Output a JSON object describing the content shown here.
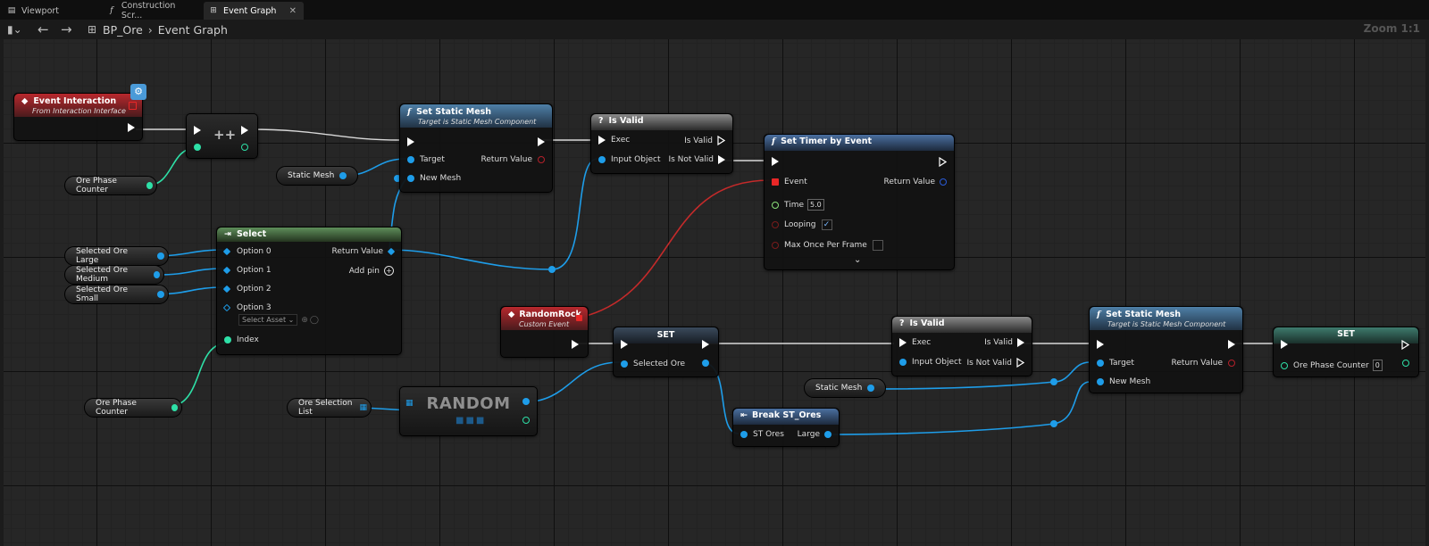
{
  "tabs": [
    {
      "label": "Viewport",
      "icon": "viewport-icon"
    },
    {
      "label": "Construction Scr...",
      "icon": "function-icon"
    },
    {
      "label": "Event Graph",
      "icon": "graph-icon",
      "active": true
    }
  ],
  "breadcrumb": {
    "blueprint": "BP_Ore",
    "graph": "Event Graph"
  },
  "zoom": "Zoom 1:1",
  "nodes": {
    "event_interaction": {
      "title": "Event Interaction",
      "subtitle": "From Interaction Interface"
    },
    "increment": {
      "label": "++"
    },
    "set_static_mesh_1": {
      "title": "Set Static Mesh",
      "subtitle": "Target is Static Mesh Component",
      "target": "Target",
      "new_mesh": "New Mesh",
      "return_value": "Return Value"
    },
    "is_valid_1": {
      "title": "Is Valid",
      "exec": "Exec",
      "input_object": "Input Object",
      "is_valid": "Is Valid",
      "is_not_valid": "Is Not Valid"
    },
    "set_timer": {
      "title": "Set Timer by Event",
      "event": "Event",
      "return_value": "Return Value",
      "time": "Time",
      "time_value": "5.0",
      "looping": "Looping",
      "max_once": "Max Once Per Frame"
    },
    "select": {
      "title": "Select",
      "option0": "Option 0",
      "option1": "Option 1",
      "option2": "Option 2",
      "option3": "Option 3",
      "select_asset": "Select Asset",
      "index": "Index",
      "return_value": "Return Value",
      "add_pin": "Add pin"
    },
    "random_rock": {
      "title": "RandomRock",
      "subtitle": "Custom Event"
    },
    "set_1": {
      "title": "SET",
      "selected_ore": "Selected Ore"
    },
    "random": {
      "label": "RANDOM"
    },
    "break_st_ores": {
      "title": "Break ST_Ores",
      "st_ores": "ST Ores",
      "large": "Large"
    },
    "is_valid_2": {
      "title": "Is Valid",
      "exec": "Exec",
      "input_object": "Input Object",
      "is_valid": "Is Valid",
      "is_not_valid": "Is Not Valid"
    },
    "set_static_mesh_2": {
      "title": "Set Static Mesh",
      "subtitle": "Target is Static Mesh Component",
      "target": "Target",
      "new_mesh": "New Mesh",
      "return_value": "Return Value"
    },
    "set_2": {
      "title": "SET",
      "ore_phase_counter": "Ore Phase Counter",
      "value": "0"
    }
  },
  "variables": {
    "ore_phase_counter_1": "Ore Phase Counter",
    "static_mesh_1": "Static Mesh",
    "selected_ore_large": "Selected Ore Large",
    "selected_ore_medium": "Selected Ore Medium",
    "selected_ore_small": "Selected Ore Small",
    "ore_phase_counter_2": "Ore Phase Counter",
    "ore_selection_list": "Ore Selection List",
    "static_mesh_2": "Static Mesh"
  }
}
